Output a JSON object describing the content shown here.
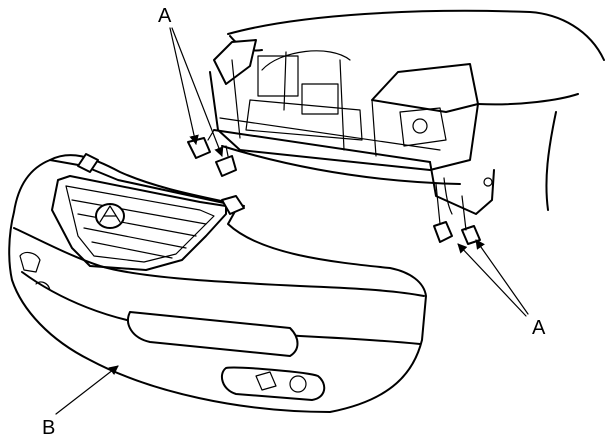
{
  "labels": {
    "clip_top": "A",
    "clip_right": "A",
    "bumper": "B"
  }
}
